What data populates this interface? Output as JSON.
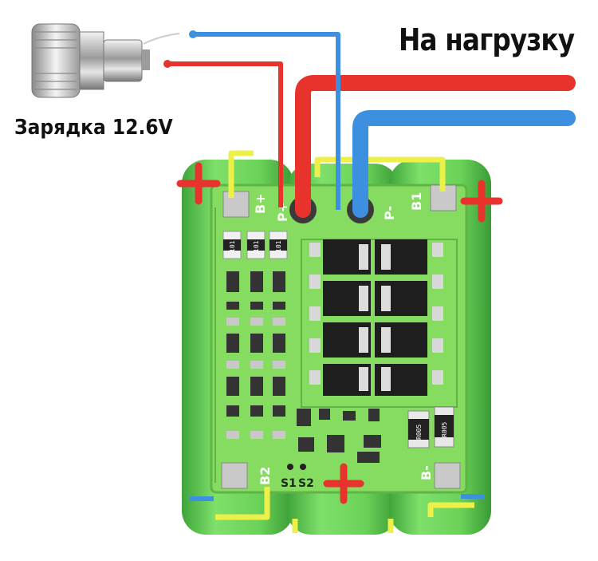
{
  "labels": {
    "load": "На нагрузку",
    "charge": "Зарядка 12.6V"
  },
  "pads": {
    "b_plus": "B+",
    "p_plus": "P+",
    "p_minus": "P-",
    "b1": "B1",
    "b2": "B2",
    "b_minus": "B-",
    "s1": "S1",
    "s2": "S2"
  },
  "components": {
    "resistor_code": "101",
    "shunt_code": "R005"
  },
  "colors": {
    "board": "#7ed957",
    "battery": "#5ccc4a",
    "wire_red": "#e8322c",
    "wire_blue": "#3d8fe0",
    "wire_yellow": "#eef04a",
    "plus_sign": "#e8322c"
  }
}
